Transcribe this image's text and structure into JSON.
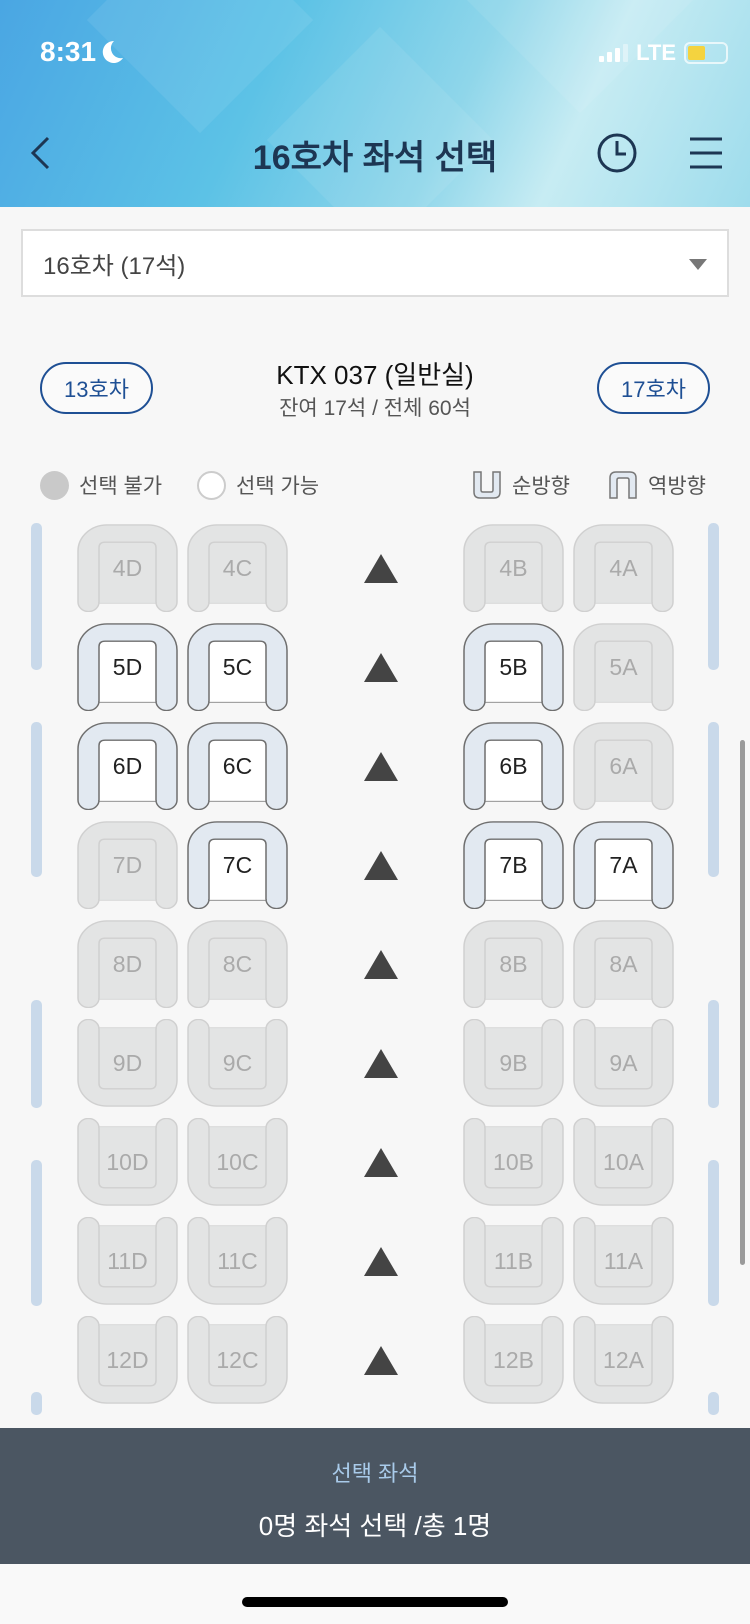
{
  "status_bar": {
    "time": "8:31",
    "network": "LTE",
    "icons": [
      "moon-icon",
      "signal-icon",
      "battery-icon"
    ]
  },
  "header": {
    "title": "16호차 좌석 선택",
    "back_icon": "chevron-left-icon",
    "history_icon": "clock-icon",
    "menu_icon": "hamburger-menu-icon"
  },
  "car_select": {
    "value": "16호차 (17석)"
  },
  "car_nav": {
    "prev": "13호차",
    "next": "17호차",
    "train": "KTX 037 (일반실)",
    "summary": "잔여 17석 / 전체 60석"
  },
  "legend": {
    "unavailable": "선택 불가",
    "available": "선택 가능",
    "forward": "순방향",
    "backward": "역방향"
  },
  "colors": {
    "accent": "#1e4f94",
    "header_title": "#1d3653",
    "bottom_bar": "#444f5c",
    "available_seat": "#e2e9f1",
    "unavailable_seat": "#e3e4e4"
  },
  "seat_map": {
    "columns_left": [
      "D",
      "C"
    ],
    "columns_right": [
      "B",
      "A"
    ],
    "direction_arrow": "triangle-up-icon",
    "rows": [
      {
        "row": 4,
        "facing": "backward",
        "available": []
      },
      {
        "row": 5,
        "facing": "backward",
        "available": [
          "D",
          "C",
          "B"
        ]
      },
      {
        "row": 6,
        "facing": "backward",
        "available": [
          "D",
          "C",
          "B"
        ]
      },
      {
        "row": 7,
        "facing": "backward",
        "available": [
          "C",
          "B",
          "A"
        ]
      },
      {
        "row": 8,
        "facing": "backward",
        "available": []
      },
      {
        "row": 9,
        "facing": "forward",
        "available": []
      },
      {
        "row": 10,
        "facing": "forward",
        "available": []
      },
      {
        "row": 11,
        "facing": "forward",
        "available": []
      },
      {
        "row": 12,
        "facing": "forward",
        "available": []
      }
    ]
  },
  "bottom_bar": {
    "label": "선택 좌석",
    "status": "0명 좌석 선택 /총 1명"
  }
}
